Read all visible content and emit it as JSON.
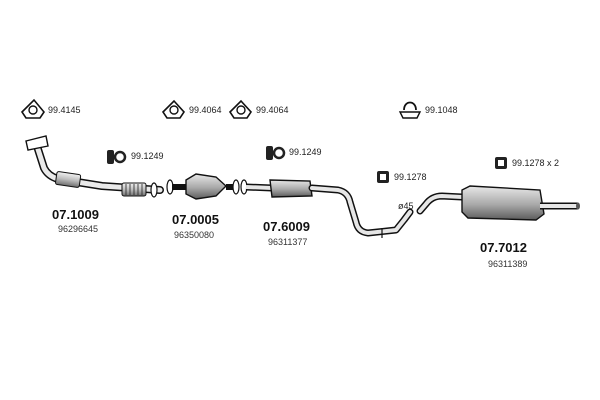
{
  "accessory_labels": {
    "gasket_1": "99.4145",
    "gasket_2": "99.4064",
    "gasket_3": "99.4064",
    "clamp_1": "99.1048",
    "hanger_1": "99.1249",
    "hanger_2": "99.1249",
    "hanger_3": "99.1278",
    "hanger_4": "99.1278 x 2"
  },
  "parts": [
    {
      "code": "07.1009",
      "oem": "96296645"
    },
    {
      "code": "07.0005",
      "oem": "96350080"
    },
    {
      "code": "07.6009",
      "oem": "96311377"
    },
    {
      "code": "07.7012",
      "oem": "96311389"
    }
  ],
  "pipe_diameter_label": "ø45",
  "colors": {
    "line": "#111111",
    "fill_light": "#d9d9d9",
    "fill_dark": "#8c8c8c"
  }
}
